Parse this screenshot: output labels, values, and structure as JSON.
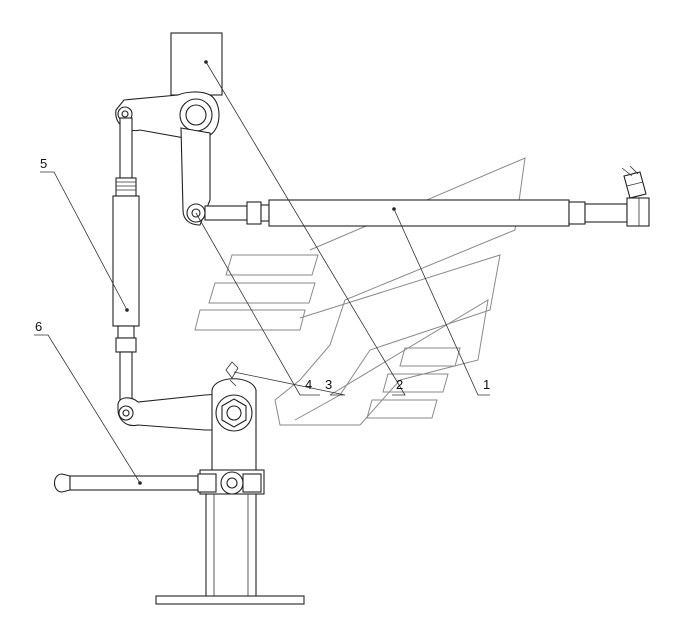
{
  "callouts": [
    {
      "id": "1",
      "text": "1"
    },
    {
      "id": "2",
      "text": "2"
    },
    {
      "id": "3",
      "text": "3"
    },
    {
      "id": "4",
      "text": "4"
    },
    {
      "id": "5",
      "text": "5"
    },
    {
      "id": "6",
      "text": "6"
    }
  ],
  "colors": {
    "line": "#222222",
    "watermark": "#8a8a8a",
    "background": "#ffffff"
  }
}
